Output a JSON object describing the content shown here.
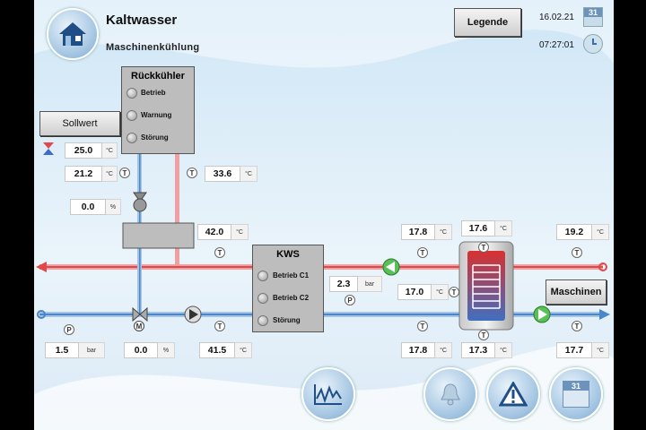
{
  "header": {
    "title": "Kaltwasser",
    "subtitle": "Maschinenkühlung",
    "legend_label": "Legende",
    "date": "16.02.21",
    "time": "07:27:01",
    "calendar_number": "31"
  },
  "sollwert_label": "Sollwert",
  "rueckkuehler": {
    "title": "Rückkühler",
    "lamps": [
      "Betrieb",
      "Warnung",
      "Störung"
    ]
  },
  "kws": {
    "title": "KWS",
    "lamps": [
      "Betrieb C1",
      "Betrieb C2",
      "Störung"
    ]
  },
  "maschinen_label": "Maschinen",
  "sensor_letters": {
    "temperature": "T",
    "pressure": "P",
    "motor": "M"
  },
  "values": {
    "setpoint": {
      "v": "25.0",
      "u": "°C"
    },
    "temp1": {
      "v": "21.2",
      "u": "°C"
    },
    "temp2": {
      "v": "33.6",
      "u": "°C"
    },
    "valve_pct": {
      "v": "0.0",
      "u": "%"
    },
    "temp3": {
      "v": "42.0",
      "u": "°C"
    },
    "pressure1": {
      "v": "2.3",
      "u": "bar"
    },
    "temp4": {
      "v": "17.8",
      "u": "°C"
    },
    "temp5": {
      "v": "17.6",
      "u": "°C"
    },
    "temp6": {
      "v": "19.2",
      "u": "°C"
    },
    "temp7": {
      "v": "17.0",
      "u": "°C"
    },
    "pressure2": {
      "v": "1.5",
      "u": "bar"
    },
    "motor_pct": {
      "v": "0.0",
      "u": "%"
    },
    "temp8": {
      "v": "41.5",
      "u": "°C"
    },
    "temp9": {
      "v": "17.8",
      "u": "°C"
    },
    "temp10": {
      "v": "17.3",
      "u": "°C"
    },
    "temp11": {
      "v": "17.7",
      "u": "°C"
    }
  },
  "colors": {
    "hot_pipe": "#e2484a",
    "cold_pipe": "#4a86c8",
    "panel": "#bdbdbd"
  },
  "icons": {
    "home": "home-icon",
    "calendar": "calendar-icon",
    "clock": "clock-icon",
    "trend": "trend-chart-icon",
    "bell": "bell-icon",
    "warning": "warning-icon"
  }
}
